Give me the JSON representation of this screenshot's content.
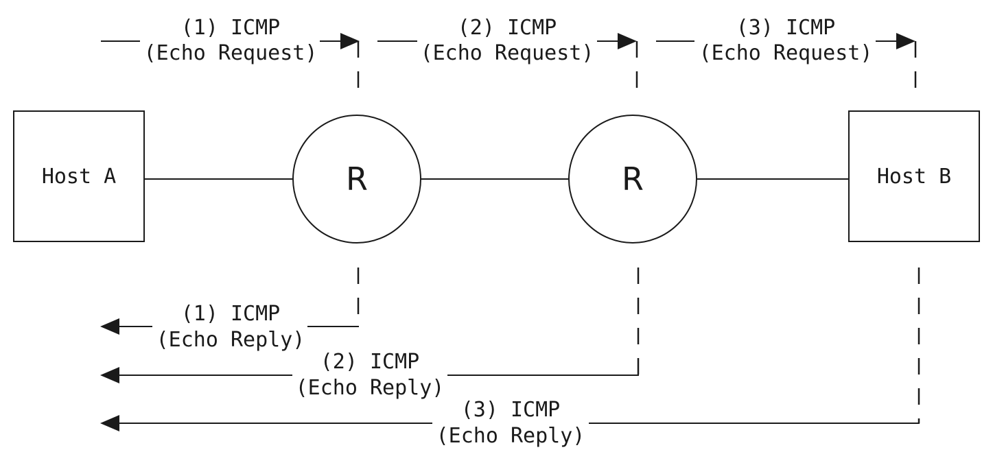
{
  "nodes": {
    "host_a": "Host A",
    "router_1": "R",
    "router_2": "R",
    "host_b": "Host B"
  },
  "requests": [
    {
      "line1": "(1) ICMP",
      "line2": "(Echo Request)"
    },
    {
      "line1": "(2) ICMP",
      "line2": "(Echo Request)"
    },
    {
      "line1": "(3) ICMP",
      "line2": "(Echo Request)"
    }
  ],
  "replies": [
    {
      "line1": "(1) ICMP",
      "line2": "(Echo Reply)"
    },
    {
      "line1": "(2) ICMP",
      "line2": "(Echo Reply)"
    },
    {
      "line1": "(3) ICMP",
      "line2": "(Echo Reply)"
    }
  ]
}
